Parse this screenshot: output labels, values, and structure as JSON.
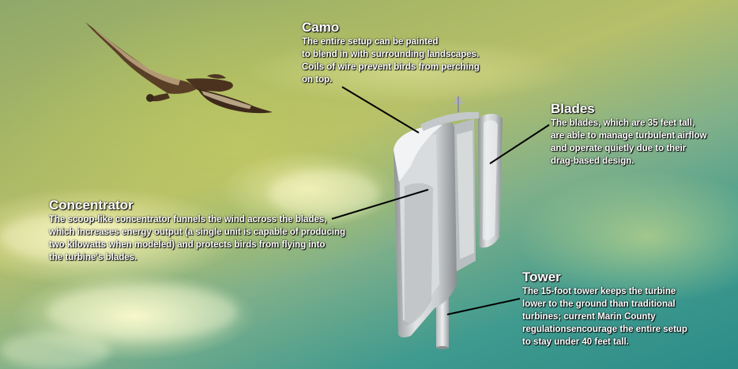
{
  "sections": {
    "camo": {
      "title": "Camo",
      "lines": [
        "The entire setup can be painted",
        "to blend in with surrounding landscapes.",
        "Coils of wire prevent birds from perching",
        "on top."
      ]
    },
    "blades": {
      "title": "Blades",
      "lines": [
        "The blades, which are 35 feet tall,",
        "are able to manage turbulent airflow",
        "and operate quietly due to their",
        "drag-based design."
      ]
    },
    "concentrator": {
      "title": "Concentrator",
      "lines": [
        "The scoop-like concentrator funnels the wind across the blades,",
        "which increases energy output (a single unit is capable of producing",
        "two kilowatts when modeled) and protects birds from flying into",
        "the turbine's blades."
      ]
    },
    "tower": {
      "title": "Tower",
      "lines": [
        "The 15-foot tower keeps the turbine",
        "lower to the ground than traditional",
        "turbines; current Marin County",
        "regulationsencourage the entire setup",
        "to stay under 40 feet tall."
      ]
    }
  }
}
